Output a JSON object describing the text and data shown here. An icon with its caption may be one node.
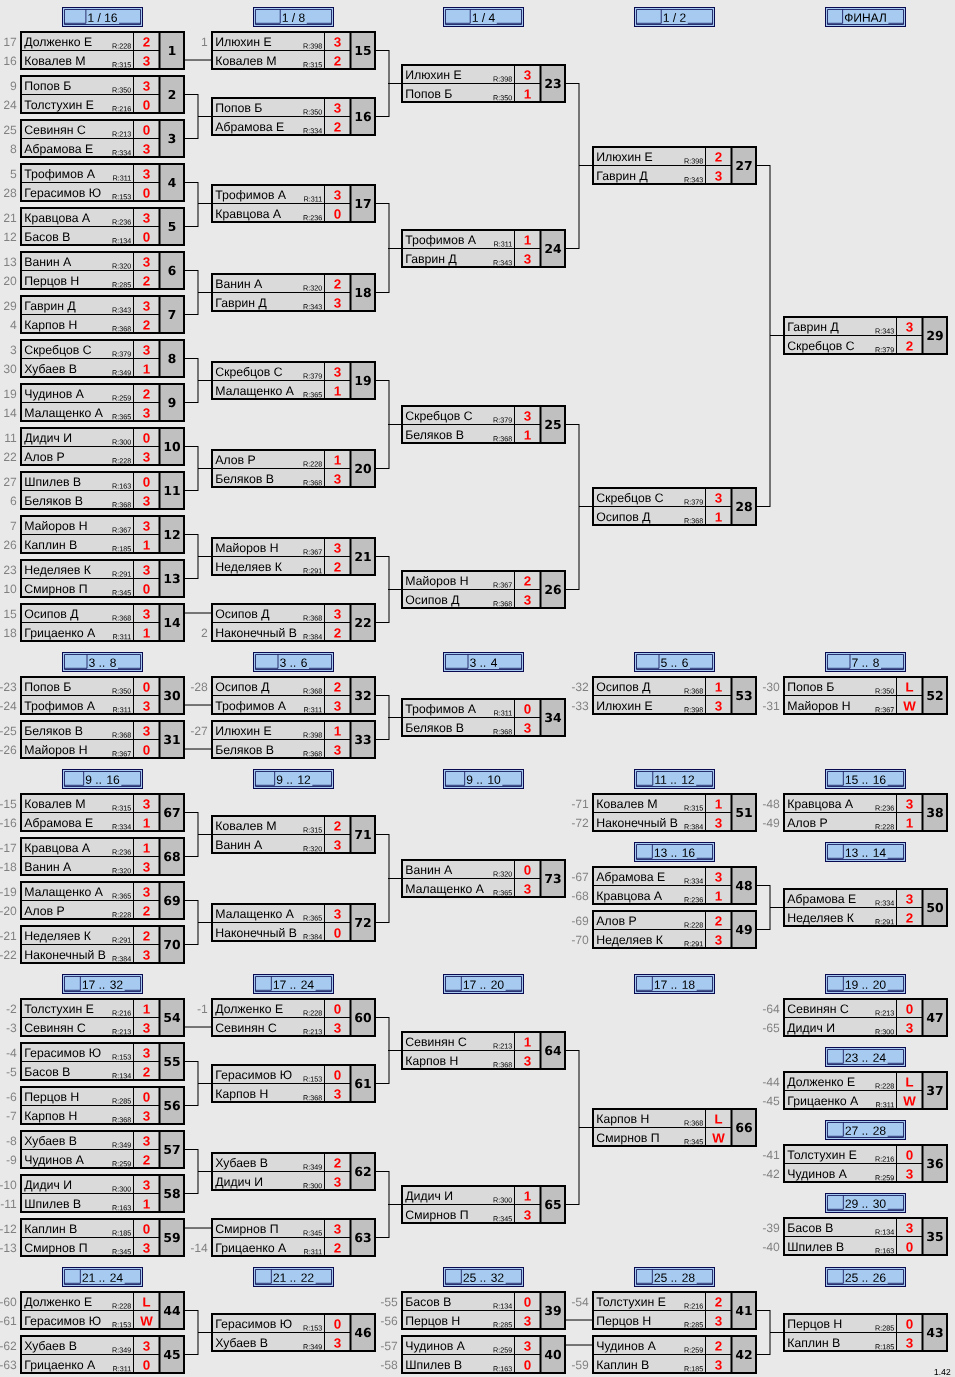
{
  "diagram": {
    "nodes": [
      {
        "text": [
          "1 / 16"
        ]
      },
      {
        "text": [
          "1 / 8"
        ]
      },
      {
        "text": [
          "1 / 4"
        ]
      },
      {
        "text": [
          "1 / 2"
        ]
      },
      {
        "text": [
          "ФИНАЛ"
        ]
      },
      {
        "text": [
          "Долженко Е",
          "R:228",
          "2",
          "Ковалев М",
          "R:315",
          "3",
          "1"
        ],
        "beside": [
          "17",
          "16"
        ]
      },
      {
        "text": [
          "Попов Б",
          "R:350",
          "3",
          "Толстухин Е",
          "R:216",
          "0",
          "2"
        ],
        "beside": [
          "9",
          "24"
        ]
      },
      {
        "text": [
          "Севинян С",
          "R:213",
          "0",
          "Абрамова Е",
          "R:334",
          "3",
          "3"
        ],
        "beside": [
          "25",
          "8"
        ]
      },
      {
        "text": [
          "Трофимов А",
          "R:311",
          "3",
          "Герасимов Ю",
          "R:153",
          "0",
          "4"
        ],
        "beside": [
          "5",
          "28"
        ]
      },
      {
        "text": [
          "Кравцова А",
          "R:236",
          "3",
          "Басов В",
          "R:134",
          "0",
          "5"
        ],
        "beside": [
          "21",
          "12"
        ]
      },
      {
        "text": [
          "Ванин А",
          "R:320",
          "3",
          "Перцов Н",
          "R:285",
          "2",
          "6"
        ],
        "beside": [
          "13",
          "20"
        ]
      },
      {
        "text": [
          "Гаврин Д",
          "R:343",
          "3",
          "Карпов Н",
          "R:368",
          "2",
          "7"
        ],
        "beside": [
          "29",
          "4"
        ]
      },
      {
        "text": [
          "Скребцов С",
          "R:379",
          "3",
          "Хубаев В",
          "R:349",
          "1",
          "8"
        ],
        "beside": [
          "3",
          "30"
        ]
      },
      {
        "text": [
          "Чудинов А",
          "R:259",
          "2",
          "Малащенко А",
          "R:365",
          "3",
          "9"
        ],
        "beside": [
          "19",
          "14"
        ]
      },
      {
        "text": [
          "Дидич И",
          "R:300",
          "0",
          "Алов Р",
          "R:228",
          "3",
          "10"
        ],
        "beside": [
          "11",
          "22"
        ]
      },
      {
        "text": [
          "Шпилев В",
          "R:163",
          "0",
          "Беляков В",
          "R:368",
          "3",
          "11"
        ],
        "beside": [
          "27",
          "6"
        ]
      },
      {
        "text": [
          "Майоров Н",
          "R:367",
          "3",
          "Каплин В",
          "R:185",
          "1",
          "12"
        ],
        "beside": [
          "7",
          "26"
        ]
      },
      {
        "text": [
          "Неделяев К",
          "R:291",
          "3",
          "Смирнов П",
          "R:345",
          "0",
          "13"
        ],
        "beside": [
          "23",
          "10"
        ]
      },
      {
        "text": [
          "Осипов Д",
          "R:368",
          "3",
          "Грицаенко А",
          "R:311",
          "1",
          "14"
        ],
        "beside": [
          "15",
          "18"
        ]
      },
      {
        "text": [
          "Илюхин Е",
          "R:398",
          "3",
          "Ковалев М",
          "R:315",
          "2",
          "15"
        ],
        "beside": [
          "1"
        ]
      },
      {
        "text": [
          "Попов Б",
          "R:350",
          "3",
          "Абрамова Е",
          "R:334",
          "2",
          "16"
        ]
      },
      {
        "text": [
          "Трофимов А",
          "R:311",
          "3",
          "Кравцова А",
          "R:236",
          "0",
          "17"
        ]
      },
      {
        "text": [
          "Ванин А",
          "R:320",
          "2",
          "Гаврин Д",
          "R:343",
          "3",
          "18"
        ]
      },
      {
        "text": [
          "Скребцов С",
          "R:379",
          "3",
          "Малащенко А",
          "R:365",
          "1",
          "19"
        ]
      },
      {
        "text": [
          "Алов Р",
          "R:228",
          "1",
          "Беляков В",
          "R:368",
          "3",
          "20"
        ]
      },
      {
        "text": [
          "Майоров Н",
          "R:367",
          "3",
          "Неделяев К",
          "R:291",
          "2",
          "21"
        ]
      },
      {
        "text": [
          "Осипов Д",
          "R:368",
          "3",
          "Наконечный В",
          "R:384",
          "2",
          "22"
        ],
        "beside": [
          "2"
        ]
      },
      {
        "text": [
          "Илюхин Е",
          "R:398",
          "3",
          "Попов Б",
          "R:350",
          "1",
          "23"
        ]
      },
      {
        "text": [
          "Трофимов А",
          "R:311",
          "1",
          "Гаврин Д",
          "R:343",
          "3",
          "24"
        ]
      },
      {
        "text": [
          "Скребцов С",
          "R:379",
          "3",
          "Беляков В",
          "R:368",
          "1",
          "25"
        ]
      },
      {
        "text": [
          "Майоров Н",
          "R:367",
          "2",
          "Осипов Д",
          "R:368",
          "3",
          "26"
        ]
      },
      {
        "text": [
          "Илюхин Е",
          "R:398",
          "2",
          "Гаврин Д",
          "R:343",
          "3",
          "27"
        ]
      },
      {
        "text": [
          "Скребцов С",
          "R:379",
          "3",
          "Осипов Д",
          "R:368",
          "1",
          "28"
        ]
      },
      {
        "text": [
          "Гаврин Д",
          "R:343",
          "3",
          "Скребцов С",
          "R:379",
          "2",
          "29"
        ]
      },
      {
        "text": [
          "3 .. 8"
        ]
      },
      {
        "text": [
          "3 .. 6"
        ]
      },
      {
        "text": [
          "3 .. 4"
        ]
      },
      {
        "text": [
          "5 .. 6"
        ]
      },
      {
        "text": [
          "7 .. 8"
        ]
      },
      {
        "text": [
          "Попов Б",
          "R:350",
          "0",
          "Трофимов А",
          "R:311",
          "3",
          "30"
        ],
        "beside": [
          "-23",
          "-24"
        ]
      },
      {
        "text": [
          "Беляков В",
          "R:368",
          "3",
          "Майоров Н",
          "R:367",
          "0",
          "31"
        ],
        "beside": [
          "-25",
          "-26"
        ]
      },
      {
        "text": [
          "Осипов Д",
          "R:368",
          "2",
          "Трофимов А",
          "R:311",
          "3",
          "32"
        ],
        "beside": [
          "-28"
        ]
      },
      {
        "text": [
          "Илюхин Е",
          "R:398",
          "1",
          "Беляков В",
          "R:368",
          "3",
          "33"
        ],
        "beside": [
          "-27"
        ]
      },
      {
        "text": [
          "Трофимов А",
          "R:311",
          "0",
          "Беляков В",
          "R:368",
          "3",
          "34"
        ]
      },
      {
        "text": [
          "Осипов Д",
          "R:368",
          "1",
          "Илюхин Е",
          "R:398",
          "3",
          "53"
        ],
        "beside": [
          "-32",
          "-33"
        ]
      },
      {
        "text": [
          "Попов Б",
          "R:350",
          "L",
          "Майоров Н",
          "R:367",
          "W",
          "52"
        ],
        "beside": [
          "-30",
          "-31"
        ]
      },
      {
        "text": [
          "9 .. 16"
        ]
      },
      {
        "text": [
          "9 .. 12"
        ]
      },
      {
        "text": [
          "9 .. 10"
        ]
      },
      {
        "text": [
          "11 .. 12"
        ]
      },
      {
        "text": [
          "15 .. 16"
        ]
      },
      {
        "text": [
          "Ковалев М",
          "R:315",
          "3",
          "Абрамова Е",
          "R:334",
          "1",
          "67"
        ],
        "beside": [
          "-15",
          "-16"
        ]
      },
      {
        "text": [
          "Кравцова А",
          "R:236",
          "1",
          "Ванин А",
          "R:320",
          "3",
          "68"
        ],
        "beside": [
          "-17",
          "-18"
        ]
      },
      {
        "text": [
          "Малащенко А",
          "R:365",
          "3",
          "Алов Р",
          "R:228",
          "2",
          "69"
        ],
        "beside": [
          "-19",
          "-20"
        ]
      },
      {
        "text": [
          "Неделяев К",
          "R:291",
          "2",
          "Наконечный В",
          "R:384",
          "3",
          "70"
        ],
        "beside": [
          "-21",
          "-22"
        ]
      },
      {
        "text": [
          "Ковалев М",
          "R:315",
          "2",
          "Ванин А",
          "R:320",
          "3",
          "71"
        ]
      },
      {
        "text": [
          "Малащенко А",
          "R:365",
          "3",
          "Наконечный В",
          "R:384",
          "0",
          "72"
        ]
      },
      {
        "text": [
          "Ванин А",
          "R:320",
          "0",
          "Малащенко А",
          "R:365",
          "3",
          "73"
        ]
      },
      {
        "text": [
          "Ковалев М",
          "R:315",
          "1",
          "Наконечный В",
          "R:384",
          "3",
          "51"
        ],
        "beside": [
          "-71",
          "-72"
        ]
      },
      {
        "text": [
          "Кравцова А",
          "R:236",
          "3",
          "Алов Р",
          "R:228",
          "1",
          "38"
        ],
        "beside": [
          "-48",
          "-49"
        ]
      },
      {
        "text": [
          "13 .. 16"
        ]
      },
      {
        "text": [
          "13 .. 14"
        ]
      },
      {
        "text": [
          "Абрамова Е",
          "R:334",
          "3",
          "Кравцова А",
          "R:236",
          "1",
          "48"
        ],
        "beside": [
          "-67",
          "-68"
        ]
      },
      {
        "text": [
          "Алов Р",
          "R:228",
          "2",
          "Неделяев К",
          "R:291",
          "3",
          "49"
        ],
        "beside": [
          "-69",
          "-70"
        ]
      },
      {
        "text": [
          "Абрамова Е",
          "R:334",
          "3",
          "Неделяев К",
          "R:291",
          "2",
          "50"
        ]
      },
      {
        "text": [
          "17 .. 32"
        ]
      },
      {
        "text": [
          "17 .. 24"
        ]
      },
      {
        "text": [
          "17 .. 20"
        ]
      },
      {
        "text": [
          "17 .. 18"
        ]
      },
      {
        "text": [
          "19 .. 20"
        ]
      },
      {
        "text": [
          "Толстухин Е",
          "R:216",
          "1",
          "Севинян С",
          "R:213",
          "3",
          "54"
        ],
        "beside": [
          "-2",
          "-3"
        ]
      },
      {
        "text": [
          "Герасимов Ю",
          "R:153",
          "3",
          "Басов В",
          "R:134",
          "2",
          "55"
        ],
        "beside": [
          "-4",
          "-5"
        ]
      },
      {
        "text": [
          "Перцов Н",
          "R:285",
          "0",
          "Карпов Н",
          "R:368",
          "3",
          "56"
        ],
        "beside": [
          "-6",
          "-7"
        ]
      },
      {
        "text": [
          "Хубаев В",
          "R:349",
          "3",
          "Чудинов А",
          "R:259",
          "2",
          "57"
        ],
        "beside": [
          "-8",
          "-9"
        ]
      },
      {
        "text": [
          "Дидич И",
          "R:300",
          "3",
          "Шпилев В",
          "R:163",
          "1",
          "58"
        ],
        "beside": [
          "-10",
          "-11"
        ]
      },
      {
        "text": [
          "Каплин В",
          "R:185",
          "0",
          "Смирнов П",
          "R:345",
          "3",
          "59"
        ],
        "beside": [
          "-12",
          "-13"
        ]
      },
      {
        "text": [
          "Долженко Е",
          "R:228",
          "0",
          "Севинян С",
          "R:213",
          "3",
          "60"
        ],
        "beside": [
          "-1"
        ]
      },
      {
        "text": [
          "Герасимов Ю",
          "R:153",
          "0",
          "Карпов Н",
          "R:368",
          "3",
          "61"
        ]
      },
      {
        "text": [
          "Хубаев В",
          "R:349",
          "2",
          "Дидич И",
          "R:300",
          "3",
          "62"
        ]
      },
      {
        "text": [
          "Смирнов П",
          "R:345",
          "3",
          "Грицаенко А",
          "R:311",
          "2",
          "63"
        ],
        "beside": [
          "-14"
        ]
      },
      {
        "text": [
          "Севинян С",
          "R:213",
          "1",
          "Карпов Н",
          "R:368",
          "3",
          "64"
        ]
      },
      {
        "text": [
          "Дидич И",
          "R:300",
          "1",
          "Смирнов П",
          "R:345",
          "3",
          "65"
        ]
      },
      {
        "text": [
          "Карпов Н",
          "R:368",
          "L",
          "Смирнов П",
          "R:345",
          "W",
          "66"
        ]
      },
      {
        "text": [
          "Севинян С",
          "R:213",
          "0",
          "Дидич И",
          "R:300",
          "3",
          "47"
        ],
        "beside": [
          "-64",
          "-65"
        ]
      },
      {
        "text": [
          "23 .. 24"
        ]
      },
      {
        "text": [
          "Долженко Е",
          "R:228",
          "L",
          "Грицаенко А",
          "R:311",
          "W",
          "37"
        ],
        "beside": [
          "-44",
          "-45"
        ]
      },
      {
        "text": [
          "27 .. 28"
        ]
      },
      {
        "text": [
          "Толстухин Е",
          "R:216",
          "0",
          "Чудинов А",
          "R:259",
          "3",
          "36"
        ],
        "beside": [
          "-41",
          "-42"
        ]
      },
      {
        "text": [
          "29 .. 30"
        ]
      },
      {
        "text": [
          "Басов В",
          "R:134",
          "3",
          "Шпилев В",
          "R:163",
          "0",
          "35"
        ],
        "beside": [
          "-39",
          "-40"
        ]
      },
      {
        "text": [
          "21 .. 24"
        ]
      },
      {
        "text": [
          "21 .. 22"
        ]
      },
      {
        "text": [
          "25 .. 32"
        ]
      },
      {
        "text": [
          "25 .. 28"
        ]
      },
      {
        "text": [
          "25 .. 26"
        ]
      },
      {
        "text": [
          "Долженко Е",
          "R:228",
          "L",
          "Герасимов Ю",
          "R:153",
          "W",
          "44"
        ],
        "beside": [
          "-60",
          "-61"
        ]
      },
      {
        "text": [
          "Хубаев В",
          "R:349",
          "3",
          "Грицаенко А",
          "R:311",
          "0",
          "45"
        ],
        "beside": [
          "-62",
          "-63"
        ]
      },
      {
        "text": [
          "Герасимов Ю",
          "R:153",
          "0",
          "Хубаев В",
          "R:349",
          "3",
          "46"
        ]
      },
      {
        "text": [
          "Басов В",
          "R:134",
          "0",
          "Перцов Н",
          "R:285",
          "3",
          "39"
        ],
        "beside": [
          "-55",
          "-56"
        ]
      },
      {
        "text": [
          "Чудинов А",
          "R:259",
          "3",
          "Шпилев В",
          "R:163",
          "0",
          "40"
        ],
        "beside": [
          "-57",
          "-58"
        ]
      },
      {
        "text": [
          "Толстухин Е",
          "R:216",
          "2",
          "Перцов Н",
          "R:285",
          "3",
          "41"
        ],
        "beside": [
          "-54"
        ]
      },
      {
        "text": [
          "Чудинов А",
          "R:259",
          "2",
          "Каплин В",
          "R:185",
          "3",
          "42"
        ],
        "beside": [
          "-59"
        ]
      },
      {
        "text": [
          "Перцов Н",
          "R:285",
          "0",
          "Каплин В",
          "R:185",
          "3",
          "43"
        ]
      }
    ],
    "edges": [
      {
        "from": 5,
        "to": 19,
        "arrow": "none"
      },
      {
        "from": 6,
        "to": 20,
        "arrow": "none"
      },
      {
        "from": 7,
        "to": 20,
        "arrow": "none"
      },
      {
        "from": 8,
        "to": 21,
        "arrow": "none"
      },
      {
        "from": 9,
        "to": 21,
        "arrow": "none"
      },
      {
        "from": 10,
        "to": 22,
        "arrow": "none"
      },
      {
        "from": 11,
        "to": 22,
        "arrow": "none"
      },
      {
        "from": 12,
        "to": 23,
        "arrow": "none"
      },
      {
        "from": 13,
        "to": 23,
        "arrow": "none"
      },
      {
        "from": 14,
        "to": 24,
        "arrow": "none"
      },
      {
        "from": 15,
        "to": 24,
        "arrow": "none"
      },
      {
        "from": 16,
        "to": 25,
        "arrow": "none"
      },
      {
        "from": 17,
        "to": 25,
        "arrow": "none"
      },
      {
        "from": 18,
        "to": 26,
        "arrow": "none"
      },
      {
        "from": 19,
        "to": 27,
        "arrow": "none"
      },
      {
        "from": 20,
        "to": 27,
        "arrow": "none"
      },
      {
        "from": 21,
        "to": 28,
        "arrow": "none"
      },
      {
        "from": 22,
        "to": 28,
        "arrow": "none"
      },
      {
        "from": 23,
        "to": 29,
        "arrow": "none"
      },
      {
        "from": 24,
        "to": 29,
        "arrow": "none"
      },
      {
        "from": 25,
        "to": 30,
        "arrow": "none"
      },
      {
        "from": 26,
        "to": 30,
        "arrow": "none"
      },
      {
        "from": 27,
        "to": 31,
        "arrow": "none"
      },
      {
        "from": 28,
        "to": 31,
        "arrow": "none"
      },
      {
        "from": 29,
        "to": 32,
        "arrow": "none"
      },
      {
        "from": 30,
        "to": 32,
        "arrow": "none"
      },
      {
        "from": 31,
        "to": 33,
        "arrow": "none"
      },
      {
        "from": 32,
        "to": 33,
        "arrow": "none"
      },
      {
        "from": 39,
        "to": 41,
        "arrow": "none"
      },
      {
        "from": 40,
        "to": 42,
        "arrow": "none"
      },
      {
        "from": 41,
        "to": 43,
        "arrow": "none"
      },
      {
        "from": 42,
        "to": 43,
        "arrow": "none"
      },
      {
        "from": 51,
        "to": 55,
        "arrow": "none"
      },
      {
        "from": 52,
        "to": 55,
        "arrow": "none"
      },
      {
        "from": 53,
        "to": 56,
        "arrow": "none"
      },
      {
        "from": 54,
        "to": 56,
        "arrow": "none"
      },
      {
        "from": 55,
        "to": 57,
        "arrow": "none"
      },
      {
        "from": 56,
        "to": 57,
        "arrow": "none"
      },
      {
        "from": 62,
        "to": 64,
        "arrow": "none"
      },
      {
        "from": 63,
        "to": 64,
        "arrow": "none"
      },
      {
        "from": 70,
        "to": 76,
        "arrow": "none"
      },
      {
        "from": 71,
        "to": 77,
        "arrow": "none"
      },
      {
        "from": 72,
        "to": 77,
        "arrow": "none"
      },
      {
        "from": 73,
        "to": 78,
        "arrow": "none"
      },
      {
        "from": 74,
        "to": 78,
        "arrow": "none"
      },
      {
        "from": 75,
        "to": 79,
        "arrow": "none"
      },
      {
        "from": 76,
        "to": 80,
        "arrow": "none"
      },
      {
        "from": 77,
        "to": 80,
        "arrow": "none"
      },
      {
        "from": 78,
        "to": 81,
        "arrow": "none"
      },
      {
        "from": 79,
        "to": 81,
        "arrow": "none"
      },
      {
        "from": 80,
        "to": 82,
        "arrow": "none"
      },
      {
        "from": 81,
        "to": 82,
        "arrow": "none"
      },
      {
        "from": 95,
        "to": 97,
        "arrow": "none"
      },
      {
        "from": 96,
        "to": 97,
        "arrow": "none"
      },
      {
        "from": 98,
        "to": 100,
        "arrow": "none"
      },
      {
        "from": 99,
        "to": 101,
        "arrow": "none"
      },
      {
        "from": 100,
        "to": 102,
        "arrow": "none"
      },
      {
        "from": 101,
        "to": 102,
        "arrow": "none"
      }
    ],
    "labels": [
      "1.42"
    ]
  }
}
